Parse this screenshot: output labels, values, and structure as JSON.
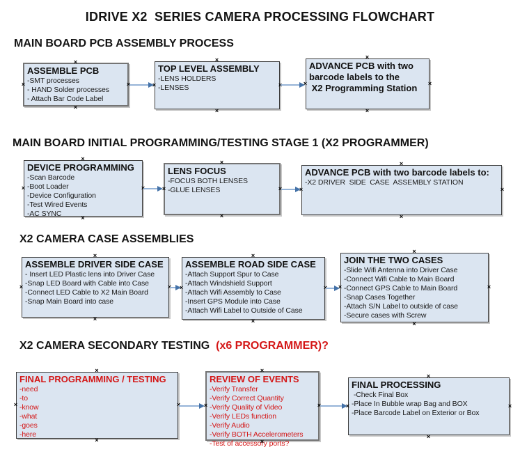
{
  "title": "IDRIVE X2  SERIES CAMERA PROCESSING FLOWCHART",
  "colors": {
    "box_fill": "#dbe5f1",
    "box_border_thin": "#3c3c3c",
    "box_border_thick": "#747474",
    "arrow_line": "#95b3d7",
    "arrow_head": "#4472a8",
    "red": "#d41616",
    "black": "#141414",
    "background": "#ffffff"
  },
  "icons": {
    "connector_handle": "×"
  },
  "sections": [
    {
      "id": "pcb-assembly",
      "heading_parts": [
        {
          "text": "MAIN BOARD PCB ASSEMBLY PROCESS",
          "color": "black"
        }
      ],
      "boxes": [
        {
          "id": "assemble-pcb",
          "title": "ASSEMBLE PCB",
          "items": [
            "-SMT processes",
            "- HAND Solder processes",
            "- Attach Bar Code Label"
          ]
        },
        {
          "id": "top-level-assembly",
          "title": "TOP LEVEL ASSEMBLY",
          "items": [
            "-LENS HOLDERS",
            "-LENSES"
          ]
        },
        {
          "id": "advance-pcb-to-programming",
          "title_lines": [
            "ADVANCE PCB with two",
            "barcode labels to the",
            " X2 Programming Station"
          ],
          "items": []
        }
      ],
      "connections": [
        [
          "assemble-pcb",
          "top-level-assembly"
        ],
        [
          "top-level-assembly",
          "advance-pcb-to-programming"
        ]
      ]
    },
    {
      "id": "initial-programming",
      "heading_parts": [
        {
          "text": "MAIN BOARD INITIAL PROGRAMMING/TESTING STAGE 1 (X2 PROGRAMMER)",
          "color": "black"
        }
      ],
      "boxes": [
        {
          "id": "device-programming",
          "title": "DEVICE PROGRAMMING",
          "items": [
            "-Scan Barcode",
            "-Boot Loader",
            "-Device Configuration",
            "-Test Wired Events",
            "-AC SYNC"
          ]
        },
        {
          "id": "lens-focus",
          "title": "LENS FOCUS",
          "items": [
            "-FOCUS BOTH LENSES",
            "-GLUE LENSES"
          ]
        },
        {
          "id": "advance-pcb-to-driver-case",
          "title": "ADVANCE PCB with two barcode labels to:",
          "items": [
            "-X2 DRIVER  SIDE  CASE  ASSEMBLY STATION"
          ]
        }
      ],
      "connections": [
        [
          "device-programming",
          "lens-focus"
        ],
        [
          "lens-focus",
          "advance-pcb-to-driver-case"
        ]
      ]
    },
    {
      "id": "case-assemblies",
      "heading_parts": [
        {
          "text": "X2 CAMERA CASE ASSEMBLIES",
          "color": "black"
        }
      ],
      "boxes": [
        {
          "id": "assemble-driver-side-case",
          "title": "ASSEMBLE DRIVER SIDE CASE",
          "items": [
            "- Insert LED Plastic lens into Driver Case",
            "-Snap LED Board with Cable into Case",
            "-Connect LED Cable to X2 Main Board",
            "-Snap Main Board into case"
          ]
        },
        {
          "id": "assemble-road-side-case",
          "title": "ASSEMBLE ROAD SIDE CASE",
          "items": [
            "-Attach Support Spur to Case",
            "-Attach Windshield Support",
            "-Attach Wifi Assembly to Case",
            "-Insert GPS Module into Case",
            "-Attach Wifi Label to Outside of Case"
          ]
        },
        {
          "id": "join-the-two-cases",
          "title": "JOIN THE TWO CASES",
          "items": [
            "-Slide Wifi Antenna into Driver Case",
            "-Connect Wifi Cable to Main Board",
            "-Connect GPS Cable to Main Board",
            "-Snap Cases Together",
            "-Attach S/N Label to outside of case",
            "-Secure cases with Screw"
          ]
        }
      ],
      "connections": [
        [
          "assemble-driver-side-case",
          "assemble-road-side-case"
        ],
        [
          "assemble-road-side-case",
          "join-the-two-cases"
        ]
      ]
    },
    {
      "id": "secondary-testing",
      "heading_parts": [
        {
          "text": "X2 CAMERA SECONDARY TESTING  ",
          "color": "black"
        },
        {
          "text": "(x6 PROGRAMMER)?",
          "color": "red"
        }
      ],
      "boxes": [
        {
          "id": "final-programming-testing",
          "title": "FINAL PROGRAMMING / TESTING",
          "text_color": "red",
          "items": [
            "-need",
            "-to",
            "-know",
            "-what",
            "-goes",
            "-here"
          ]
        },
        {
          "id": "review-of-events",
          "title": "REVIEW OF EVENTS",
          "text_color": "red",
          "items": [
            "-Verify Transfer",
            "-Verify Correct Quantity",
            "-Verify Quality of Video",
            "-Verify LEDs function",
            "-Verify Audio",
            "-Verify BOTH Accelerometers",
            "-Test of accessory ports?"
          ]
        },
        {
          "id": "final-processing",
          "title": "FINAL PROCESSING",
          "items": [
            " -Check Final Box",
            "-Place In Bubble wrap Bag and BOX",
            "-Place Barcode Label on Exterior or Box"
          ]
        }
      ],
      "connections": [
        [
          "final-programming-testing",
          "review-of-events"
        ],
        [
          "review-of-events",
          "final-processing"
        ]
      ]
    }
  ]
}
